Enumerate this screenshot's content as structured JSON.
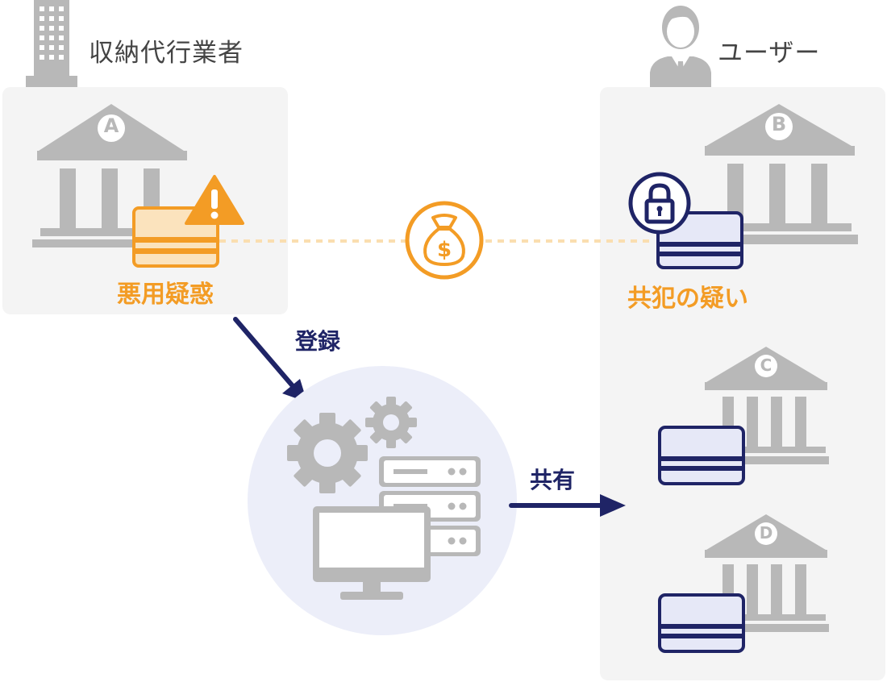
{
  "left_section": {
    "title": "収納代行業者",
    "bank_letter": "A",
    "warning_label": "悪用疑惑"
  },
  "right_section": {
    "title": "ユーザー",
    "bank_b_letter": "B",
    "bank_c_letter": "C",
    "bank_d_letter": "D",
    "complicity_label": "共犯の疑い"
  },
  "flow": {
    "register_label": "登録",
    "share_label": "共有"
  },
  "icons": {
    "office": "building-icon",
    "user": "businessman-icon",
    "money": "money-bag-icon",
    "warning": "warning-icon",
    "lock": "lock-icon",
    "gears": "gears-icon",
    "server": "server-icon",
    "monitor": "monitor-icon"
  },
  "colors": {
    "orange": "#f39c25",
    "navy": "#1f2466",
    "gray": "#b8b8b8",
    "panel": "#f4f4f4",
    "circle": "#eceef9",
    "card_fill": "#e6e8f7"
  }
}
